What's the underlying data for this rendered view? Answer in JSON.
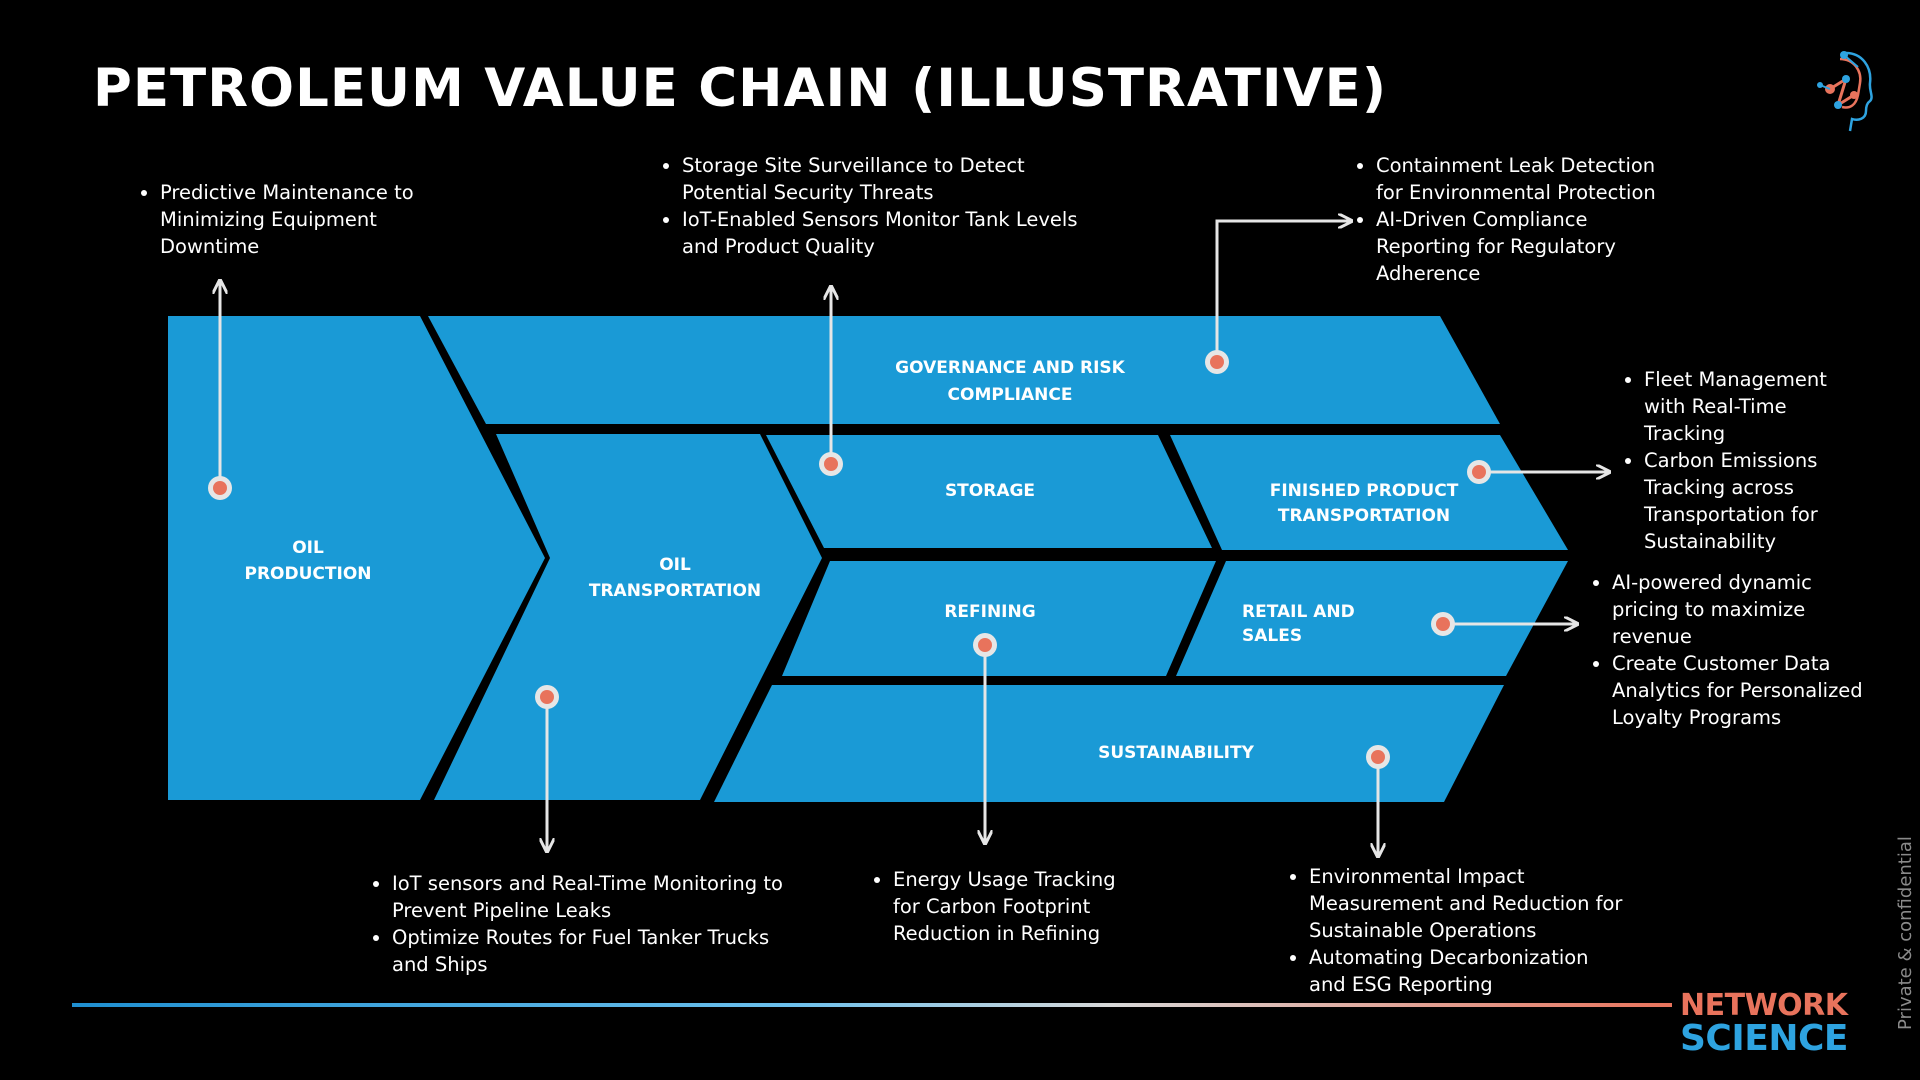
{
  "title": "PETROLEUM VALUE CHAIN (ILLUSTRATIVE)",
  "segments": {
    "oil_production": [
      "OIL",
      "PRODUCTION"
    ],
    "oil_transportation": [
      "OIL",
      "TRANSPORTATION"
    ],
    "governance": [
      "GOVERNANCE AND RISK",
      "COMPLIANCE"
    ],
    "storage": [
      "STORAGE"
    ],
    "finished_product": [
      "FINISHED PRODUCT",
      "TRANSPORTATION"
    ],
    "refining": [
      "REFINING"
    ],
    "retail": [
      "RETAIL AND",
      "SALES"
    ],
    "sustainability": [
      "SUSTAINABILITY"
    ]
  },
  "notes": {
    "production": [
      "Predictive Maintenance to Minimizing Equipment Downtime"
    ],
    "storage": [
      "Storage Site Surveillance to Detect Potential Security Threats",
      "IoT-Enabled Sensors Monitor Tank Levels and Product Quality"
    ],
    "governance": [
      "Containment Leak Detection for Environmental Protection",
      "AI-Driven Compliance Reporting for Regulatory Adherence"
    ],
    "finished_product": [
      "Fleet Management with Real-Time Tracking",
      "Carbon Emissions Tracking across Transportation for Sustainability"
    ],
    "retail": [
      "AI-powered dynamic pricing to maximize revenue",
      "Create Customer Data Analytics for Personalized Loyalty Programs"
    ],
    "transportation": [
      "IoT sensors and Real-Time Monitoring to Prevent Pipeline Leaks",
      "Optimize Routes for Fuel Tanker Trucks and Ships"
    ],
    "refining": [
      "Energy Usage Tracking for Carbon Footprint Reduction in Refining"
    ],
    "sustainability": [
      "Environmental Impact Measurement and Reduction for Sustainable Operations",
      "Automating Decarbonization and ESG Reporting"
    ]
  },
  "brand": {
    "line1": "NETWORK",
    "line2": "SCIENCE"
  },
  "confidential": "Private & confidential",
  "colors": {
    "segment": "#1a9ad6",
    "marker": "#e8735c",
    "connector": "#e6e6e6",
    "background": "#000000"
  },
  "icons": {
    "logo": "head-network-logo-icon",
    "marker": "dot-marker-icon",
    "arrow": "arrowhead-icon"
  }
}
